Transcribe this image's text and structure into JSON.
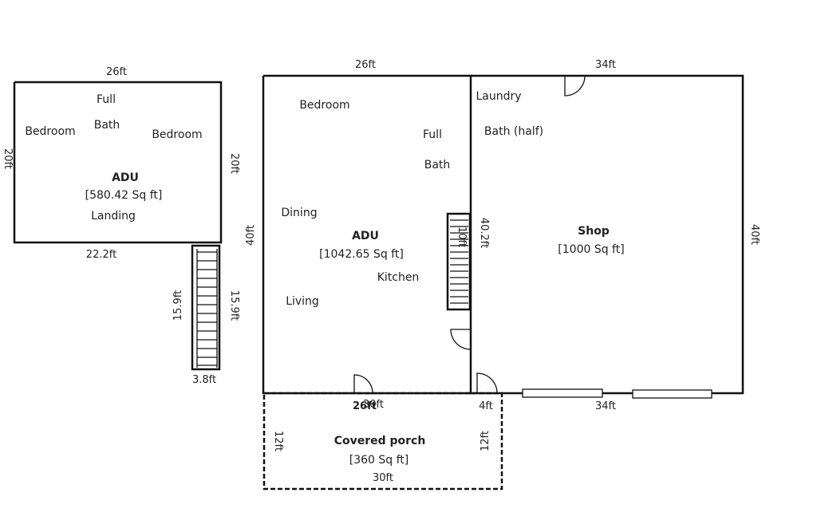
{
  "upper_adu": {
    "title": "ADU",
    "area": "[580.42 Sq ft]",
    "rooms": {
      "bedroom_left": "Bedroom",
      "bath_line1": "Full",
      "bath_line2": "Bath",
      "bedroom_right": "Bedroom",
      "landing": "Landing"
    },
    "dims": {
      "top": "26ft",
      "left": "20ft",
      "right": "20ft",
      "bottom": "22.2ft",
      "stair_left": "15.9ft",
      "stair_right": "15.9ft",
      "stair_bottom": "3.8ft"
    }
  },
  "main_adu": {
    "title": "ADU",
    "area": "[1042.65 Sq ft]",
    "rooms": {
      "bedroom": "Bedroom",
      "bath_line1": "Full",
      "bath_line2": "Bath",
      "dining": "Dining",
      "kitchen": "Kitchen",
      "living": "Living"
    },
    "dims": {
      "top": "26ft",
      "left": "40ft",
      "right": "40.2ft",
      "bottom": "26ft",
      "bottom_overlap": "30ft",
      "stair": "10ft"
    }
  },
  "shop": {
    "title": "Shop",
    "area": "[1000 Sq ft]",
    "rooms": {
      "laundry": "Laundry",
      "half_bath": "Bath (half)"
    },
    "dims": {
      "top": "34ft",
      "right": "40ft",
      "bottom": "34ft",
      "door_gap": "4ft"
    }
  },
  "porch": {
    "title": "Covered porch",
    "area": "[360 Sq ft]",
    "dims": {
      "left": "12ft",
      "right": "12ft",
      "bottom": "30ft"
    }
  }
}
